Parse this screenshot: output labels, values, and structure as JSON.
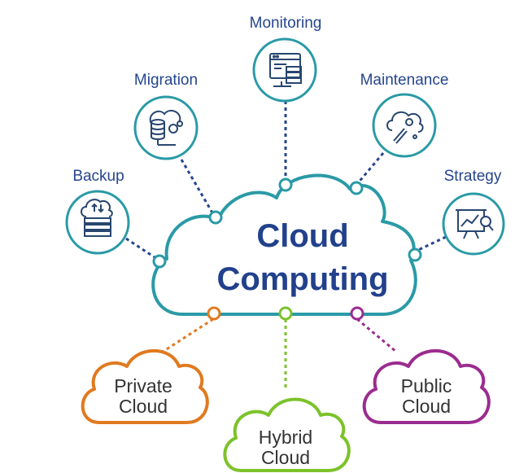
{
  "center": {
    "line1": "Cloud",
    "line2": "Computing"
  },
  "services": {
    "monitoring": "Monitoring",
    "migration": "Migration",
    "maintenance": "Maintenance",
    "backup": "Backup",
    "strategy": "Strategy"
  },
  "deployment": {
    "private": {
      "line1": "Private",
      "line2": "Cloud",
      "color": "#e07a1f"
    },
    "hybrid": {
      "line1": "Hybrid",
      "line2": "Cloud",
      "color": "#7cc22a"
    },
    "public": {
      "line1": "Public",
      "line2": "Cloud",
      "color": "#9b2c8f"
    }
  },
  "colors": {
    "teal": "#2a9aa6",
    "navy": "#22418c",
    "icon": "#28466f"
  }
}
